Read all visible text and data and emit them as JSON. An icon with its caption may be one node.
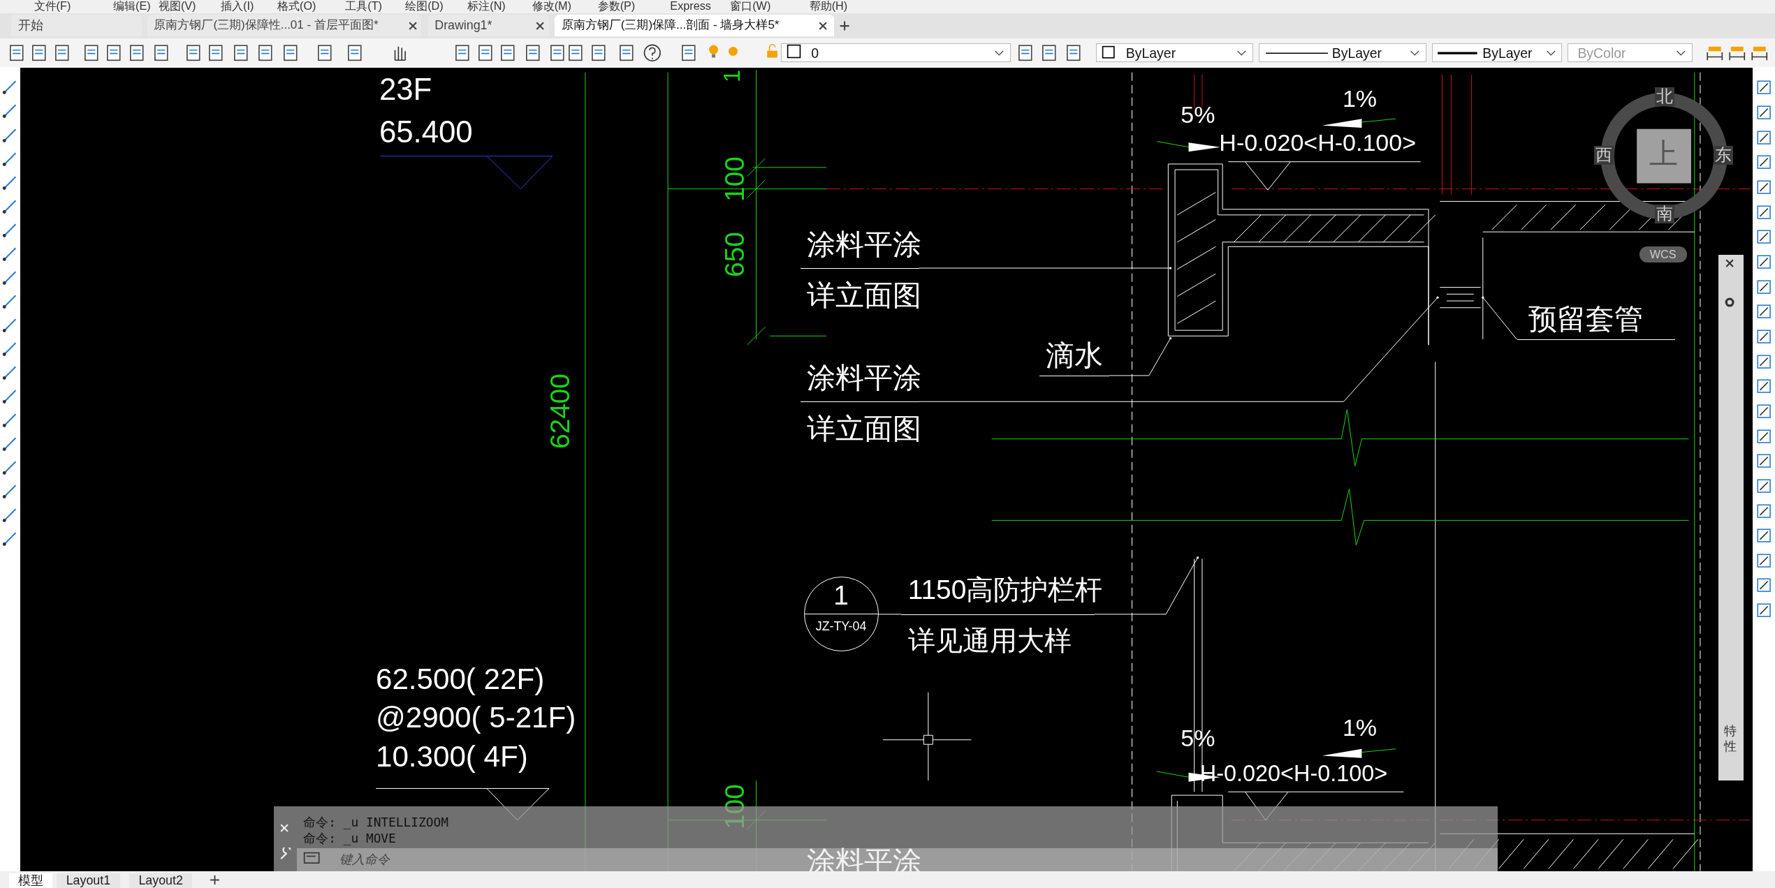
{
  "diagram": {
    "nodes": [
      {
        "text": [
          "涂料平涂",
          "详立面图"
        ]
      },
      {
        "text": [
          "涂料平涂",
          "详立面图"
        ]
      },
      {
        "text": [
          "滴水"
        ]
      },
      {
        "text": [
          "预留套管"
        ]
      },
      {
        "text": [
          "1",
          "JZ-TY-04"
        ]
      },
      {
        "text": [
          "1150高防护栏杆",
          "详见通用大样"
        ]
      },
      {
        "text": [],
        "shape": "picture"
      },
      {
        "text": [],
        "shape": "picture"
      },
      {
        "text": [],
        "shape": "picture"
      }
    ],
    "edges": [
      {
        "from": 0,
        "to": 6,
        "arrow": "other"
      },
      {
        "from": 1,
        "to": 7,
        "arrow": "other"
      },
      {
        "from": 2,
        "to": 6,
        "arrow": "other"
      },
      {
        "from": 3,
        "to": 7,
        "arrow": "other"
      },
      {
        "from": 4,
        "to": 5,
        "arrow": "none"
      },
      {
        "from": 5,
        "to": 8,
        "arrow": "other"
      }
    ],
    "labels": [
      "文件(F)",
      "编辑(E)",
      "视图(V)",
      "插入(I)",
      "格式(O)",
      "工具(T)",
      "绘图(D)",
      "标注(N)",
      "修改(M)",
      "参数(P)",
      "Express",
      "窗口(W)",
      "帮助(H)",
      "开始",
      "原南方钢厂(三期)保障性...01 - 首层平面图*",
      "Drawing1*",
      "原南方钢厂(三期)保障...剖面 - 墙身大样5*",
      "0",
      "ByLayer",
      "ByLayer",
      "ByLayer",
      "ByColor",
      "23F",
      "65.400",
      "1",
      "100",
      "650",
      "5%",
      "1%",
      "H-0.020<H-0.100>",
      "62400",
      "北",
      "西",
      "上",
      "东",
      "南",
      "WCS",
      "62.500( 22F)",
      "@2900( 5-21F)",
      "10.300( 4F)",
      "1%",
      "5%",
      "H-0.020<H-0.100>",
      "100",
      "涂料平涂",
      "特性",
      "命令: _u INTELLIZOOM",
      "命令: _u MOVE",
      "键入命令",
      "模型",
      "Layout1",
      "Layout2"
    ]
  }
}
